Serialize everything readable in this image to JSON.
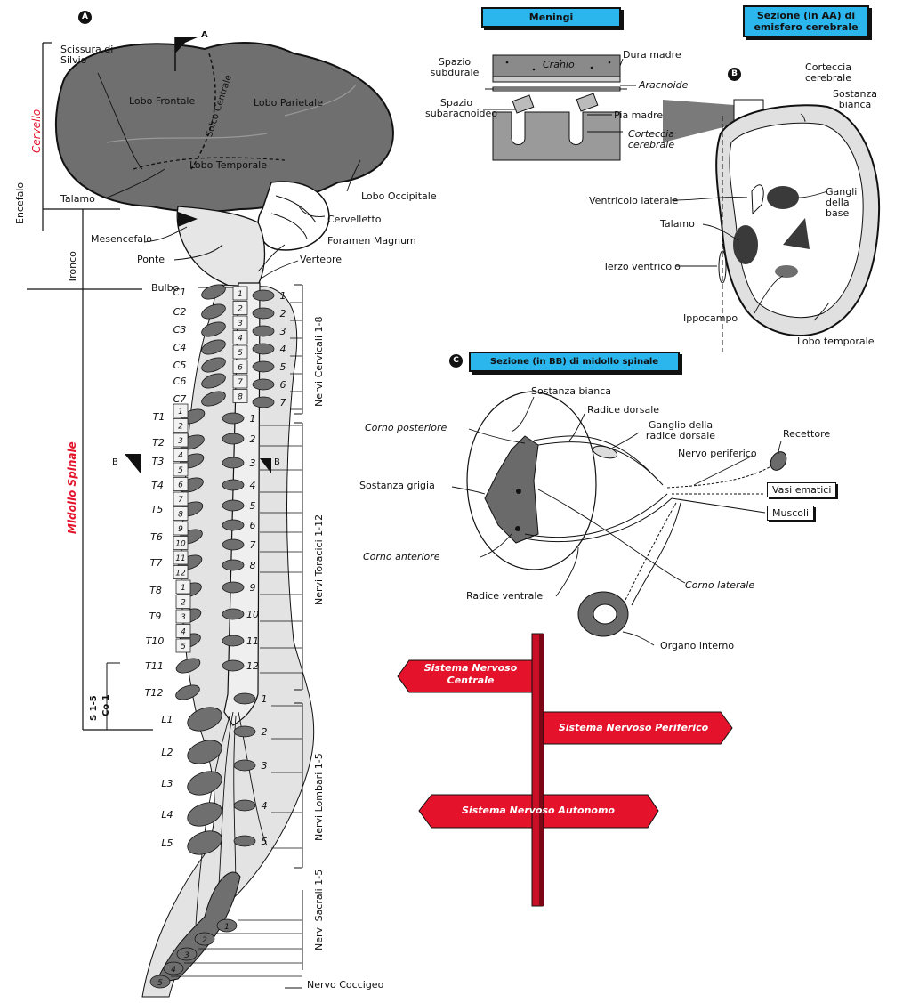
{
  "panels": {
    "a": "A",
    "b": "B",
    "c": "C"
  },
  "titles": {
    "meningi": "Meningi",
    "sezione_aa": "Sezione (in AA) di emisfero cerebrale",
    "sezione_bb": "Sezione (in BB) di midollo spinale"
  },
  "regions": {
    "encefalo": "Encefalo",
    "cervello": "Cervello",
    "tronco": "Tronco",
    "midollo": "Midollo Spinale"
  },
  "brain_labels": {
    "scissura": "Scissura di Silvio",
    "a_mark": "A",
    "lobo_frontale": "Lobo Frontale",
    "solco_centrale": "Solco Centrale",
    "lobo_parietale": "Lobo Parietale",
    "lobo_temporale": "Lobo Temporale",
    "lobo_occipitale": "Lobo Occipitale",
    "talamo": "Talamo",
    "mesencefalo": "Mesencefalo",
    "cervelletto": "Cervelletto",
    "foramen": "Foramen Magnum",
    "ponte": "Ponte",
    "vertebre": "Vertebre",
    "bulbo": "Bulbo"
  },
  "vertebrae_left": [
    "C1",
    "C2",
    "C3",
    "C4",
    "C5",
    "C6",
    "C7",
    "T1",
    "T2",
    "T3",
    "T4",
    "T5",
    "T6",
    "T7",
    "T8",
    "T9",
    "T10",
    "T11",
    "T12",
    "L1",
    "L2",
    "L3",
    "L4",
    "L5"
  ],
  "cord_segments": [
    "1",
    "2",
    "3",
    "4",
    "5",
    "6",
    "7",
    "8",
    "1",
    "2",
    "3",
    "4",
    "5",
    "6",
    "7",
    "8",
    "9",
    "10",
    "11",
    "12",
    "1",
    "2",
    "3",
    "4",
    "5"
  ],
  "nerves_cervical": [
    "1",
    "2",
    "3",
    "4",
    "5",
    "6",
    "7"
  ],
  "nerves_thoracic": [
    "1",
    "2",
    "3",
    "4",
    "5",
    "6",
    "7",
    "8",
    "9",
    "10",
    "11",
    "12"
  ],
  "nerves_lumbar": [
    "1",
    "2",
    "3",
    "4",
    "5"
  ],
  "sacral_numbers": [
    "1",
    "2",
    "3",
    "4",
    "5"
  ],
  "nerve_groups": {
    "cervicali": "Nervi Cervicali 1-8",
    "toracici": "Nervi Toracici 1-12",
    "lombari": "Nervi Lombari 1-5",
    "sacrali": "Nervi Sacrali 1-5",
    "coccigeo": "Nervo Coccigeo"
  },
  "cross_marks": {
    "b": "B",
    "s15": "S 1-5",
    "co1": "Co 1"
  },
  "meningi_labels": {
    "spazio_subdurale": "Spazio subdurale",
    "cranio": "Cranio",
    "dura_madre": "Dura madre",
    "aracnoide": "Aracnoide",
    "spazio_sub": "Spazio subaracnoideo",
    "pia_madre": "Pia madre",
    "corteccia": "Corteccia cerebrale"
  },
  "hemisphere_labels": {
    "corteccia": "Corteccia cerebrale",
    "sostanza_bianca": "Sostanza bianca",
    "ventricolo": "Ventricolo laterale",
    "gangli": "Gangli della base",
    "talamo": "Talamo",
    "terzo": "Terzo ventricolo",
    "ippocampo": "Ippocampo",
    "lobo_temporale": "Lobo temporale"
  },
  "cord_labels": {
    "sostanza_bianca": "Sostanza bianca",
    "radice_dorsale": "Radice dorsale",
    "ganglio": "Ganglio della radice dorsale",
    "corno_posteriore": "Corno posteriore",
    "recettore": "Recettore",
    "nervo_periferico": "Nervo periferico",
    "sostanza_grigia": "Sostanza grigia",
    "vasi": "Vasi ematici",
    "muscoli": "Muscoli",
    "corno_anteriore": "Corno anteriore",
    "corno_laterale": "Corno laterale",
    "radice_ventrale": "Radice ventrale",
    "organo": "Organo interno"
  },
  "signpost": {
    "centrale": "Sistema Nervoso Centrale",
    "periferico": "Sistema Nervoso Periferico",
    "autonomo": "Sistema Nervoso Autonomo"
  },
  "colors": {
    "accent_blue": "#2bb7ee",
    "sign_red": "#e4122a",
    "brain_gray": "#6f6f6f",
    "cord_gray": "#d9d9d9"
  }
}
